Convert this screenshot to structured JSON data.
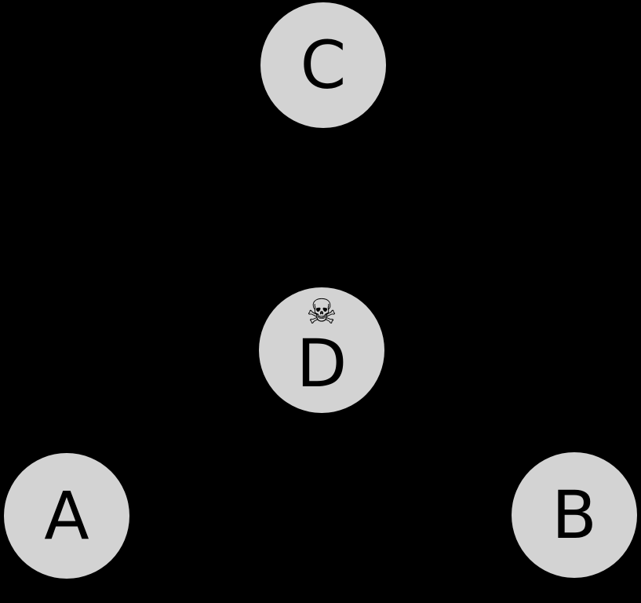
{
  "canvas": {
    "background_color": "#000000",
    "node_fill_color": "#d3d3d3",
    "node_label_color": "#000000"
  },
  "diagram": {
    "type": "graph",
    "description": "Four-node graph on black background; no visible edges",
    "nodes": [
      {
        "id": "C",
        "label": "C",
        "position": "top-center"
      },
      {
        "id": "D",
        "label": "D",
        "position": "middle-center",
        "icon": "skull-and-crossbones",
        "icon_glyph": "☠"
      },
      {
        "id": "A",
        "label": "A",
        "position": "bottom-left"
      },
      {
        "id": "B",
        "label": "B",
        "position": "bottom-right"
      }
    ],
    "edges": []
  }
}
